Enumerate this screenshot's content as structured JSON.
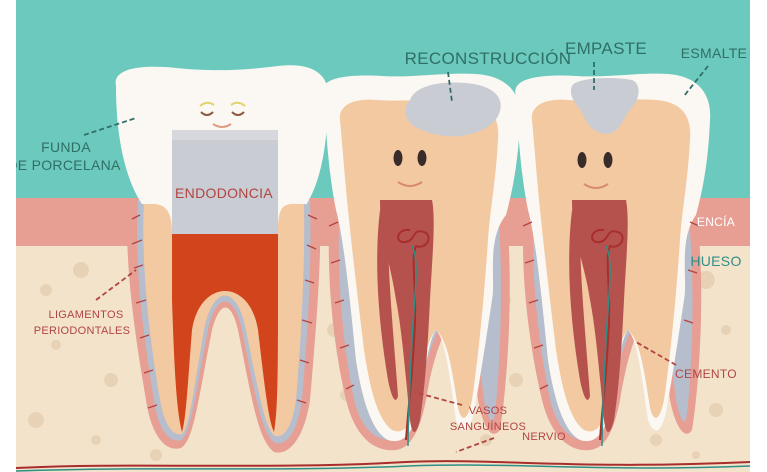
{
  "labels": {
    "funda_line1": "FUNDA",
    "funda_line2": "DE PORCELANA",
    "endodoncia": "ENDODONCIA",
    "reconstruccion": "RECONSTRUCCIÓN",
    "empaste": "EMPASTE",
    "esmalte": "ESMALTE",
    "encia": "ENCÍA",
    "hueso": "HUESO",
    "ligamentos_line1": "LIGAMENTOS",
    "ligamentos_line2": "PERIODONTALES",
    "cemento": "CEMENTO",
    "vasos_line1": "VASOS",
    "vasos_line2": "SANGUÍNEOS",
    "nervio": "NERVIO"
  },
  "colors": {
    "sky": "#6cc9bd",
    "gum": "#e79e93",
    "bone": "#f3e3cb",
    "bone_spot": "#e7d2b6",
    "enamel": "#fbf8f4",
    "dentin": "#f3c9a2",
    "pulp": "#b5524e",
    "root_fill": "#d2441b",
    "filling": "#c9ccd3",
    "cementum": "#b6bdcc",
    "label_dark": "#2f6f66",
    "label_red": "#b24442"
  }
}
